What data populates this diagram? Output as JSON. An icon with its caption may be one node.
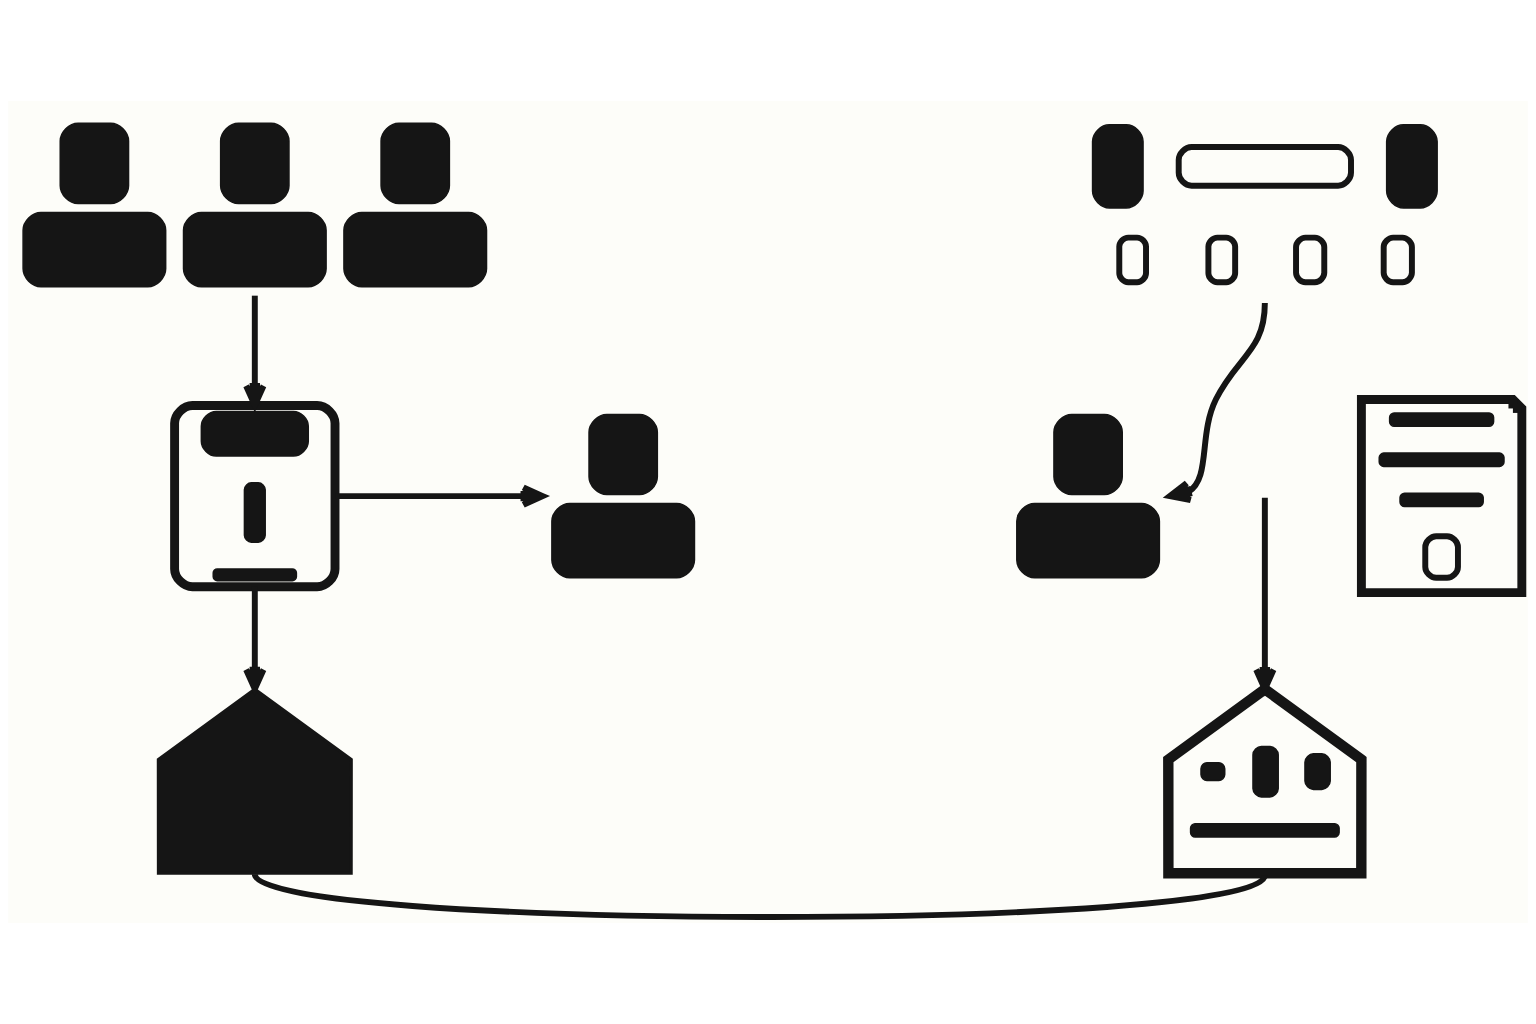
{
  "diagram": {
    "nodes": [
      {
        "text": [],
        "shape": "person"
      },
      {
        "text": [],
        "shape": "picture"
      },
      {
        "text": [],
        "shape": "person"
      },
      {
        "text": [],
        "shape": "picture"
      },
      {
        "text": [],
        "shape": "picture"
      },
      {
        "text": [],
        "shape": "person"
      },
      {
        "text": [],
        "shape": "picture"
      },
      {
        "text": [],
        "shape": "picture"
      }
    ],
    "edges": [
      {
        "from": 0,
        "to": 1,
        "arrow": "to"
      },
      {
        "from": 1,
        "to": 2,
        "arrow": "to"
      },
      {
        "from": 1,
        "to": 3,
        "arrow": "to"
      },
      {
        "from": 4,
        "to": 5,
        "arrow": "to"
      },
      {
        "from": null,
        "to": 7,
        "arrow": "to"
      },
      {
        "from": 3,
        "to": 7,
        "arrow": "none"
      }
    ]
  }
}
